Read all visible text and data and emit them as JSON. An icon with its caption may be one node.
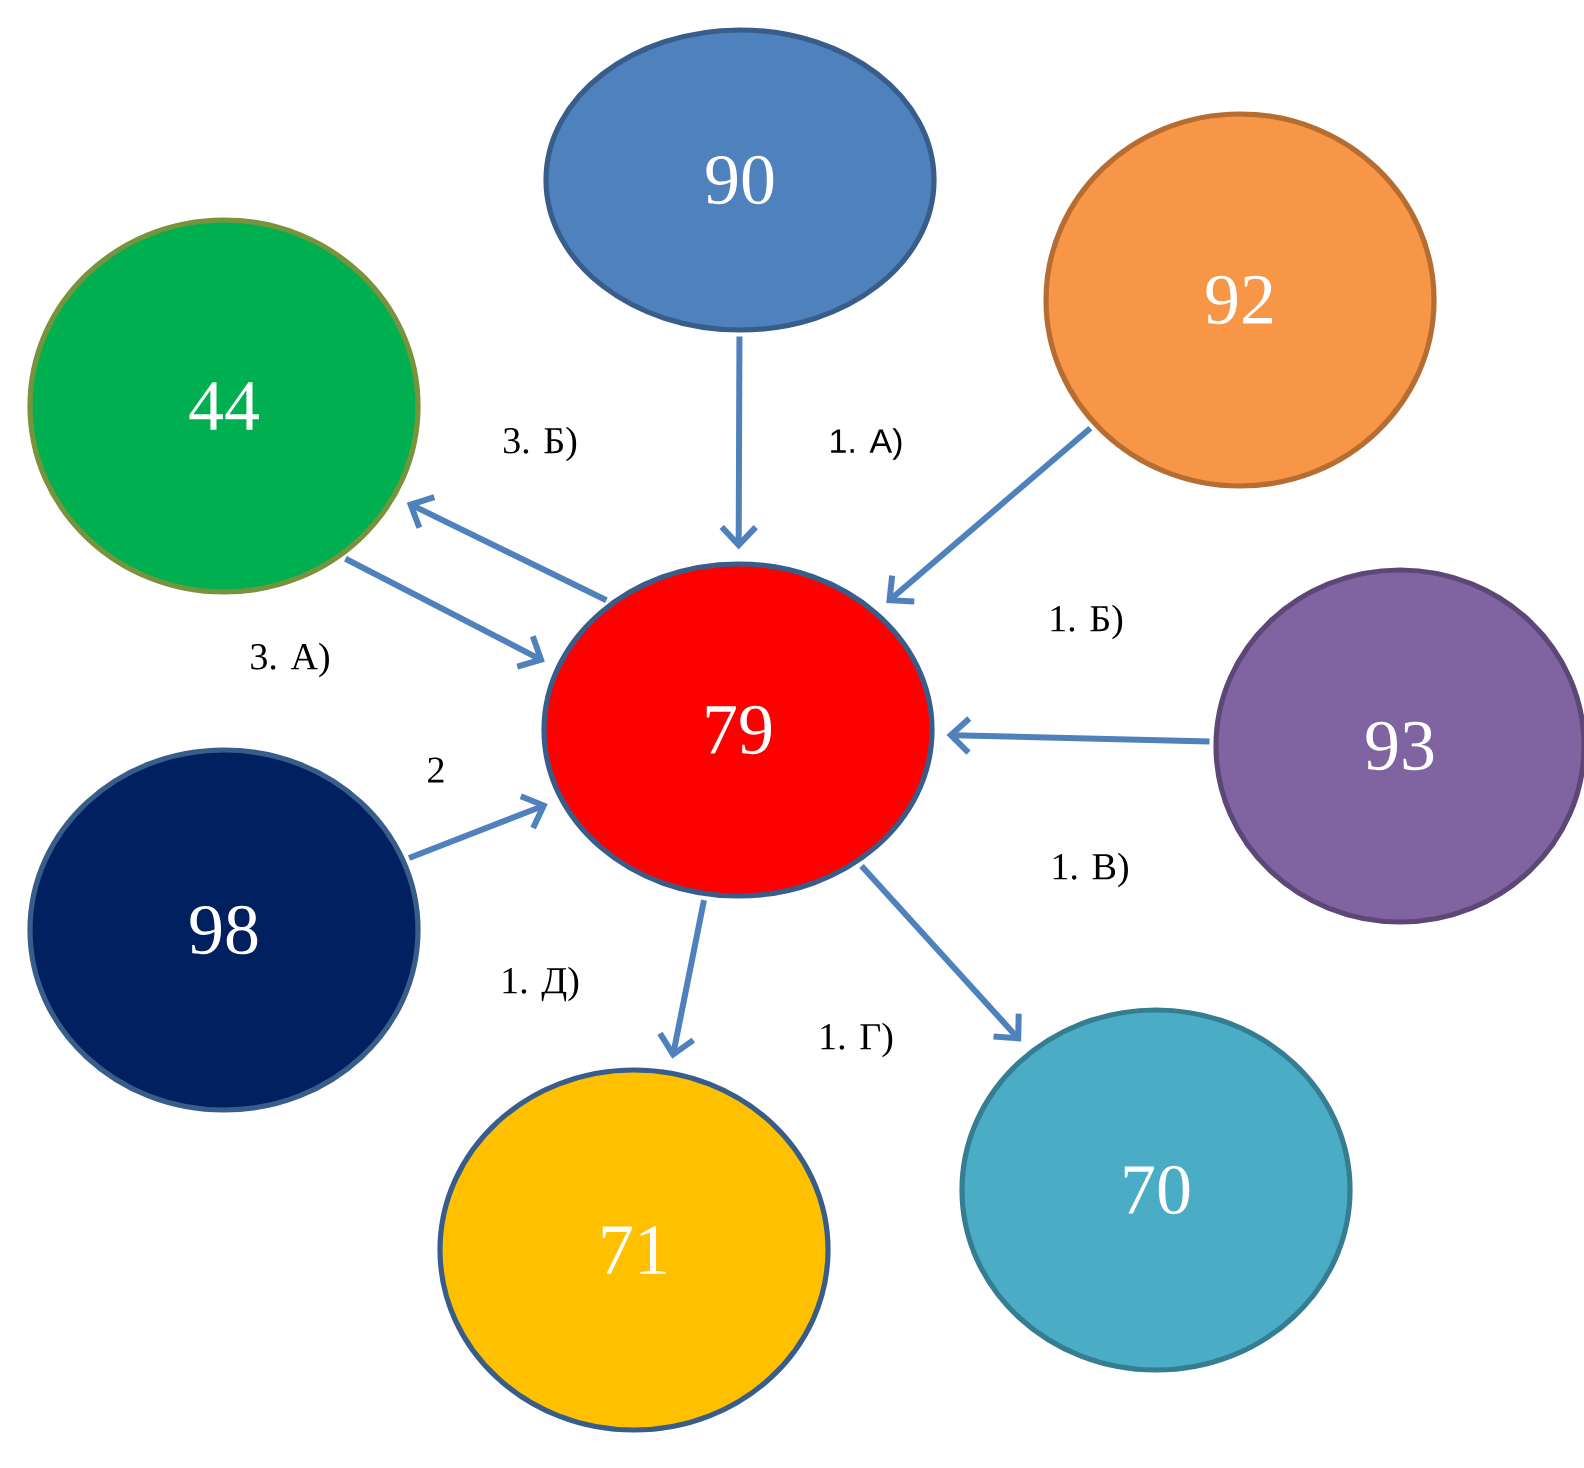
{
  "diagram": {
    "nodes": [
      {
        "text": [
          "90"
        ]
      },
      {
        "text": [
          "92"
        ]
      },
      {
        "text": [
          "44"
        ]
      },
      {
        "text": [
          "79"
        ]
      },
      {
        "text": [
          "93"
        ]
      },
      {
        "text": [
          "98"
        ]
      },
      {
        "text": [
          "70"
        ]
      },
      {
        "text": [
          "71"
        ]
      }
    ],
    "edges": [
      {
        "from": 0,
        "to": 3,
        "arrow": "to",
        "label": "1. А)"
      },
      {
        "from": 1,
        "to": 3,
        "arrow": "to",
        "label": "1. Б)"
      },
      {
        "from": 4,
        "to": 3,
        "arrow": "to",
        "label": "1. В)"
      },
      {
        "from": 3,
        "to": 6,
        "arrow": "to",
        "label": "1. Г)"
      },
      {
        "from": 3,
        "to": 7,
        "arrow": "to",
        "label": "1. Д)"
      },
      {
        "from": 5,
        "to": 3,
        "arrow": "to",
        "label": "2"
      },
      {
        "from": 2,
        "to": 3,
        "arrow": "to",
        "label": "3. А)"
      },
      {
        "from": 3,
        "to": 2,
        "arrow": "to",
        "label": "3. Б)"
      }
    ]
  }
}
